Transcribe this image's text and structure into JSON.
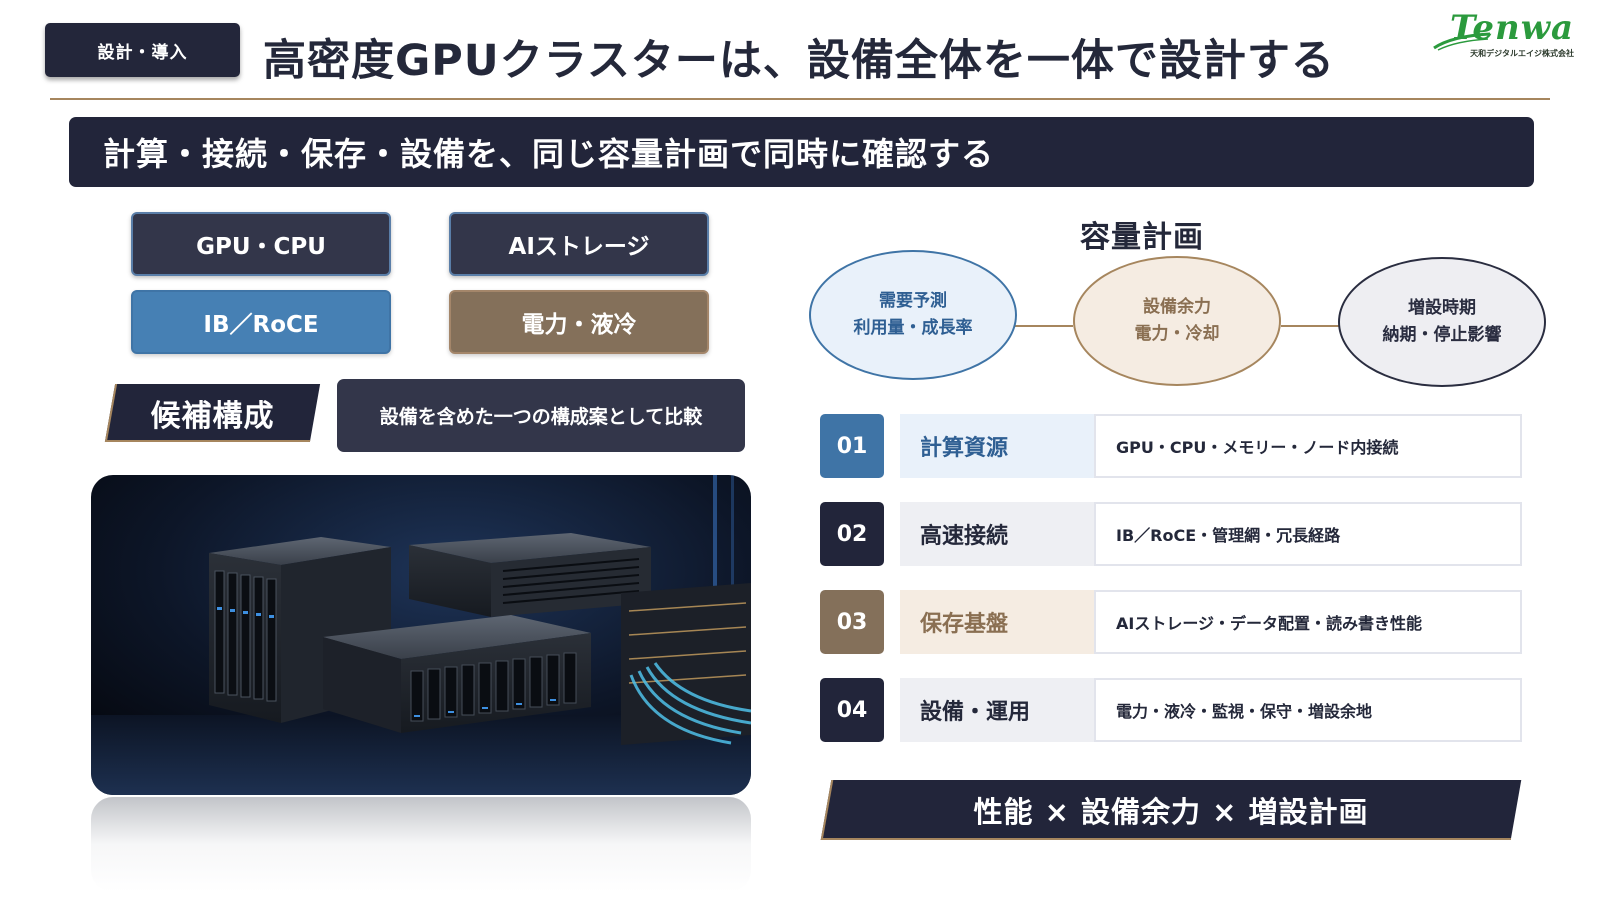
{
  "header": {
    "badge": "設計・導入",
    "title": "高密度GPUクラスターは、設備全体を一体で設計する",
    "logo_word": "Tenwa",
    "logo_sub": "天和デジタルエイジ株式会社"
  },
  "banner": "計算・接続・保存・設備を、同じ容量計画で同時に確認する",
  "tiles": [
    {
      "label": "GPU・CPU"
    },
    {
      "label": "AIストレージ"
    },
    {
      "label": "IB／RoCE"
    },
    {
      "label": "電力・液冷"
    }
  ],
  "candidate": {
    "label": "候補構成",
    "description": "設備を含めた一つの構成案として比較"
  },
  "capacity_plan": {
    "title": "容量計画",
    "nodes": [
      {
        "line1": "需要予測",
        "line2": "利用量・成長率"
      },
      {
        "line1": "設備余力",
        "line2": "電力・冷却"
      },
      {
        "line1": "増設時期",
        "line2": "納期・停止影響"
      }
    ]
  },
  "rows": [
    {
      "num": "01",
      "label": "計算資源",
      "desc": "GPU・CPU・メモリー・ノード内接続"
    },
    {
      "num": "02",
      "label": "高速接続",
      "desc": "IB／RoCE・管理網・冗長経路"
    },
    {
      "num": "03",
      "label": "保存基盤",
      "desc": "AIストレージ・データ配置・読み書き性能"
    },
    {
      "num": "04",
      "label": "設備・運用",
      "desc": "電力・液冷・監視・保守・増設余地"
    }
  ],
  "bottom_banner": "性能 × 設備余力 × 増設計画",
  "colors": {
    "navy": "#22253a",
    "blue": "#3f74a6",
    "brown": "#84705a",
    "gold": "#a6865e",
    "logo_green": "#2b9a3d"
  }
}
